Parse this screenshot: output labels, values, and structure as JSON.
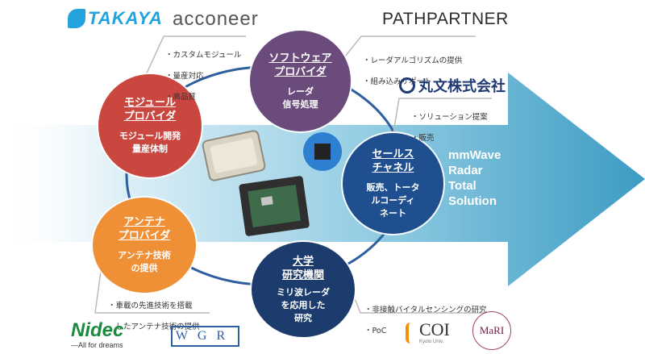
{
  "bubbles": {
    "module": {
      "title": "モジュール\nプロバイダ",
      "desc": "モジュール開発\n量産体制",
      "color": "#c9473f"
    },
    "software": {
      "title": "ソフトウェア\nプロバイダ",
      "desc": "レーダ\n信号処理",
      "color": "#6a4b7c"
    },
    "sales": {
      "title": "セールス\nチャネル",
      "desc": "販売、トータ\nルコーディ\nネート",
      "color": "#1f4f8f"
    },
    "antenna": {
      "title": "アンテナ\nプロバイダ",
      "desc": "アンテナ技術\nの提供",
      "color": "#ef8f36"
    },
    "university": {
      "title": "大学\n研究機関",
      "desc": "ミリ波レーダ\nを応用した\n研究",
      "color": "#1d3c6e"
    }
  },
  "notes": {
    "module": [
      "・カスタムモジュール",
      "・量産対応",
      "・高品質"
    ],
    "software": [
      "・レーダアルゴリズムの提供",
      "・組み込みサポート"
    ],
    "sales": [
      "・ソリューション提案",
      "・販売"
    ],
    "antenna": [
      "・車載の先進技術を搭載",
      "　したアンテナ技術の提供"
    ],
    "university": [
      "・非接触バイタルセンシングの研究",
      "・PoC"
    ]
  },
  "solution": [
    "mmWave",
    "Radar",
    "Total",
    "Solution"
  ],
  "logos": {
    "takaya": "TAKAYA",
    "acconeer": "acconeer",
    "pathpartner": "PATHPARTNER",
    "marubun": "丸文株式会社",
    "nidec": "Nidec",
    "nidec_tagline": "—All for dreams",
    "wgr": "WGR",
    "coi": "COI",
    "coi_sub": "Kyoto Univ.",
    "mari": "MaRI"
  },
  "colors": {
    "arrow": "#4fa9cc",
    "ring": "#2d5fa0"
  }
}
